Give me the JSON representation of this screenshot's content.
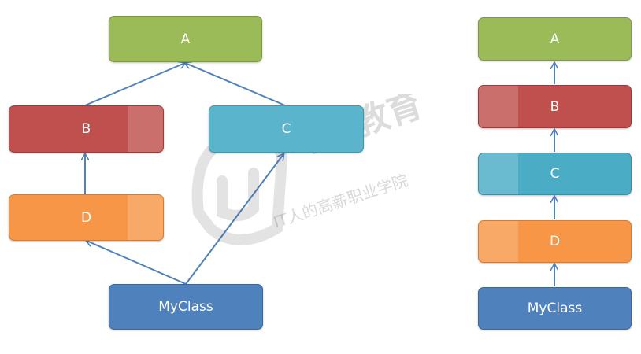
{
  "left_diagram": {
    "nodes": {
      "A": "A",
      "B": "B",
      "C": "C",
      "D": "D",
      "MyClass": "MyClass"
    }
  },
  "right_diagram": {
    "nodes": {
      "A": "A",
      "B": "B",
      "C": "C",
      "D": "D",
      "MyClass": "MyClass"
    }
  },
  "watermark": {
    "brand": "马哥教育",
    "slogan": "IT人的高薪职业学院"
  },
  "colors": {
    "A": "#9bbb59",
    "B": "#c0504d",
    "C_left": "#5ab5cc",
    "C_right": "#4bacc6",
    "D": "#f79646",
    "MyClass": "#4f81bd",
    "edge": "#4f81bd"
  }
}
